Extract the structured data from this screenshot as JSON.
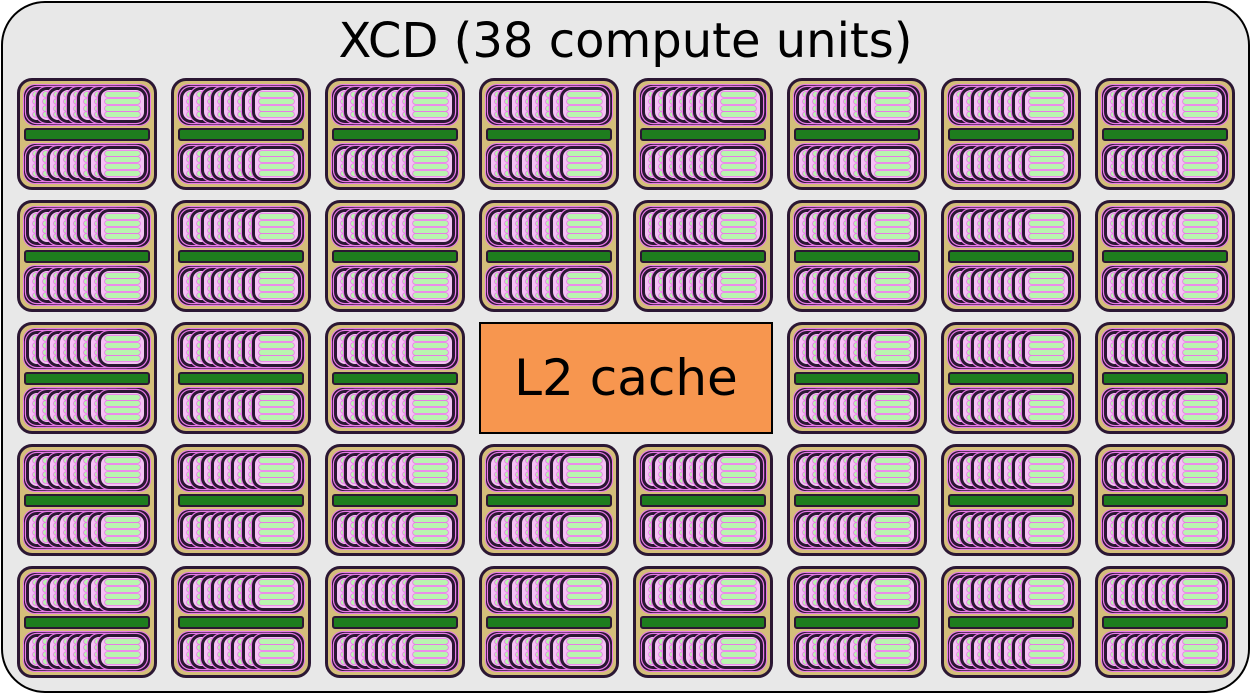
{
  "title": "XCD (38 compute units)",
  "l2_cache": {
    "label": "L2 cache"
  },
  "layout": {
    "grid": {
      "rows": 5,
      "columns": 8,
      "compute_units": 38,
      "l2": {
        "row": 3,
        "col_start": 4,
        "col_span": 2
      }
    },
    "compute_unit": {
      "stacks": 2,
      "cards_per_stack": 8,
      "stripes_per_card": 4
    }
  },
  "colors": {
    "canvas_bg": "#ffffff",
    "die_bg": "#e8e8e8",
    "die_border": "#000000",
    "cu_border_dark": "#2b1733",
    "cu_fill_tan": "#d4be7a",
    "card_pink": "#f5c3f5",
    "stripe_green": "#b9f5af",
    "bar_green": "#1e7d1e",
    "outline_magenta": "#e87ae8",
    "l2_orange": "#f7964f",
    "text": "#000000"
  }
}
